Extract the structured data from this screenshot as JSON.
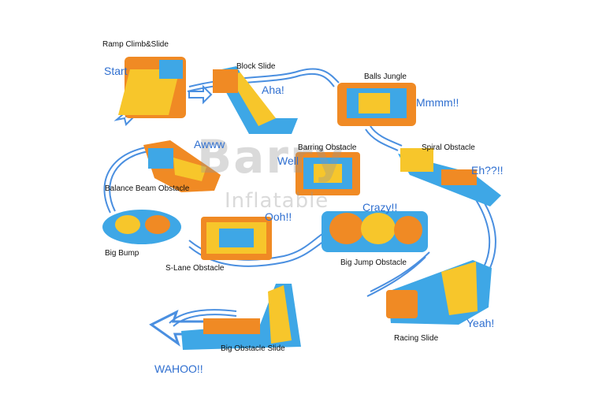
{
  "colors": {
    "path": "#4a8fe0",
    "accent_yellow": "#f7c62b",
    "accent_orange": "#f08a24",
    "accent_blue": "#3ea7e6",
    "exclaim_text": "#2f6fd0"
  },
  "watermark": {
    "brand": "Barry",
    "sub": "Inflatable"
  },
  "stations": [
    {
      "id": "ramp",
      "label": "Ramp Climb&Slide"
    },
    {
      "id": "block",
      "label": "Block Slide"
    },
    {
      "id": "balls",
      "label": "Balls Jungle"
    },
    {
      "id": "spiral",
      "label": "Spiral Obstacle"
    },
    {
      "id": "barring",
      "label": "Barring Obstacle"
    },
    {
      "id": "balance",
      "label": "Balance Beam Obstacle"
    },
    {
      "id": "bump",
      "label": "Big Bump"
    },
    {
      "id": "slane",
      "label": "S-Lane Obstacle"
    },
    {
      "id": "jump",
      "label": "Big Jump Obstacle"
    },
    {
      "id": "racing",
      "label": "Racing Slide"
    },
    {
      "id": "bigslide",
      "label": "Big Obstacle Slide"
    }
  ],
  "exclamations": {
    "start": "Start",
    "aha": "Aha!",
    "mmmm": "Mmmm!!",
    "eh": "Eh??!!",
    "awww": "Awww",
    "well": "Well",
    "crazy": "Crazy!!",
    "ooh": "Ooh!!",
    "yeah": "Yeah!",
    "wahoo": "WAHOO!!"
  }
}
